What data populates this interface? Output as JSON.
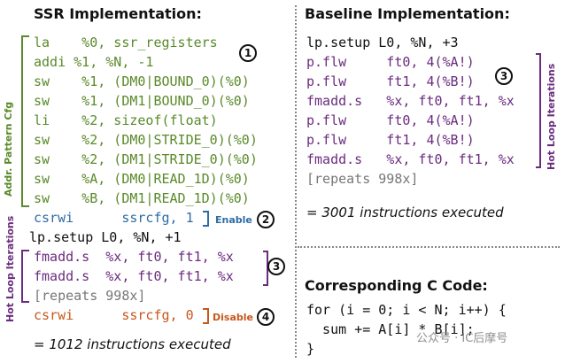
{
  "ssr": {
    "title": "SSR Implementation:",
    "cfg_lines": [
      "la    %0, ssr_registers",
      "addi %1, %N, -1",
      "sw    %1, (DM0|BOUND_0)(%0)",
      "sw    %1, (DM1|BOUND_0)(%0)",
      "li    %2, sizeof(float)",
      "sw    %2, (DM0|STRIDE_0)(%0)",
      "sw    %2, (DM1|STRIDE_0)(%0)",
      "sw    %A, (DM0|READ_1D)(%0)",
      "sw    %B, (DM1|READ_1D)(%0)"
    ],
    "enable_line": "csrwi      ssrcfg, 1",
    "setup_line": "lp.setup L0, %N, +1",
    "loop_lines": [
      "fmadd.s  %x, ft0, ft1, %x",
      "fmadd.s  %x, ft0, ft1, %x"
    ],
    "repeat_line": "[repeats 998x]",
    "disable_line": "csrwi      ssrcfg, 0",
    "result": "= 1012 instructions executed",
    "labels": {
      "addr_pattern": "Addr. Pattern Cfg",
      "hot_loop": "Hot Loop Iterations",
      "enable": "Enable",
      "disable": "Disable"
    },
    "markers": [
      "1",
      "2",
      "3",
      "4"
    ]
  },
  "baseline": {
    "title": "Baseline Implementation:",
    "setup_line": "lp.setup L0, %N, +3",
    "loop_lines": [
      "p.flw     ft0, 4(%A!)",
      "p.flw     ft1, 4(%B!)",
      "fmadd.s   %x, ft0, ft1, %x",
      "p.flw     ft0, 4(%A!)",
      "p.flw     ft1, 4(%B!)",
      "fmadd.s   %x, ft0, ft1, %x"
    ],
    "repeat_line": "[repeats 998x]",
    "result": "= 3001 instructions executed",
    "hot_loop_label": "Hot Loop Iterations",
    "marker": "3"
  },
  "c_code": {
    "title": "Corresponding C Code:",
    "lines": [
      "for (i = 0; i < N; i++) {",
      "  sum += A[i] * B[i];",
      "}"
    ]
  },
  "watermark": "公众号 · IC后摩号",
  "colors": {
    "config": "#5a8a2a",
    "enable": "#2e6da4",
    "disable": "#c8571b",
    "loop": "#6a2c7e",
    "repeat": "#777777"
  }
}
